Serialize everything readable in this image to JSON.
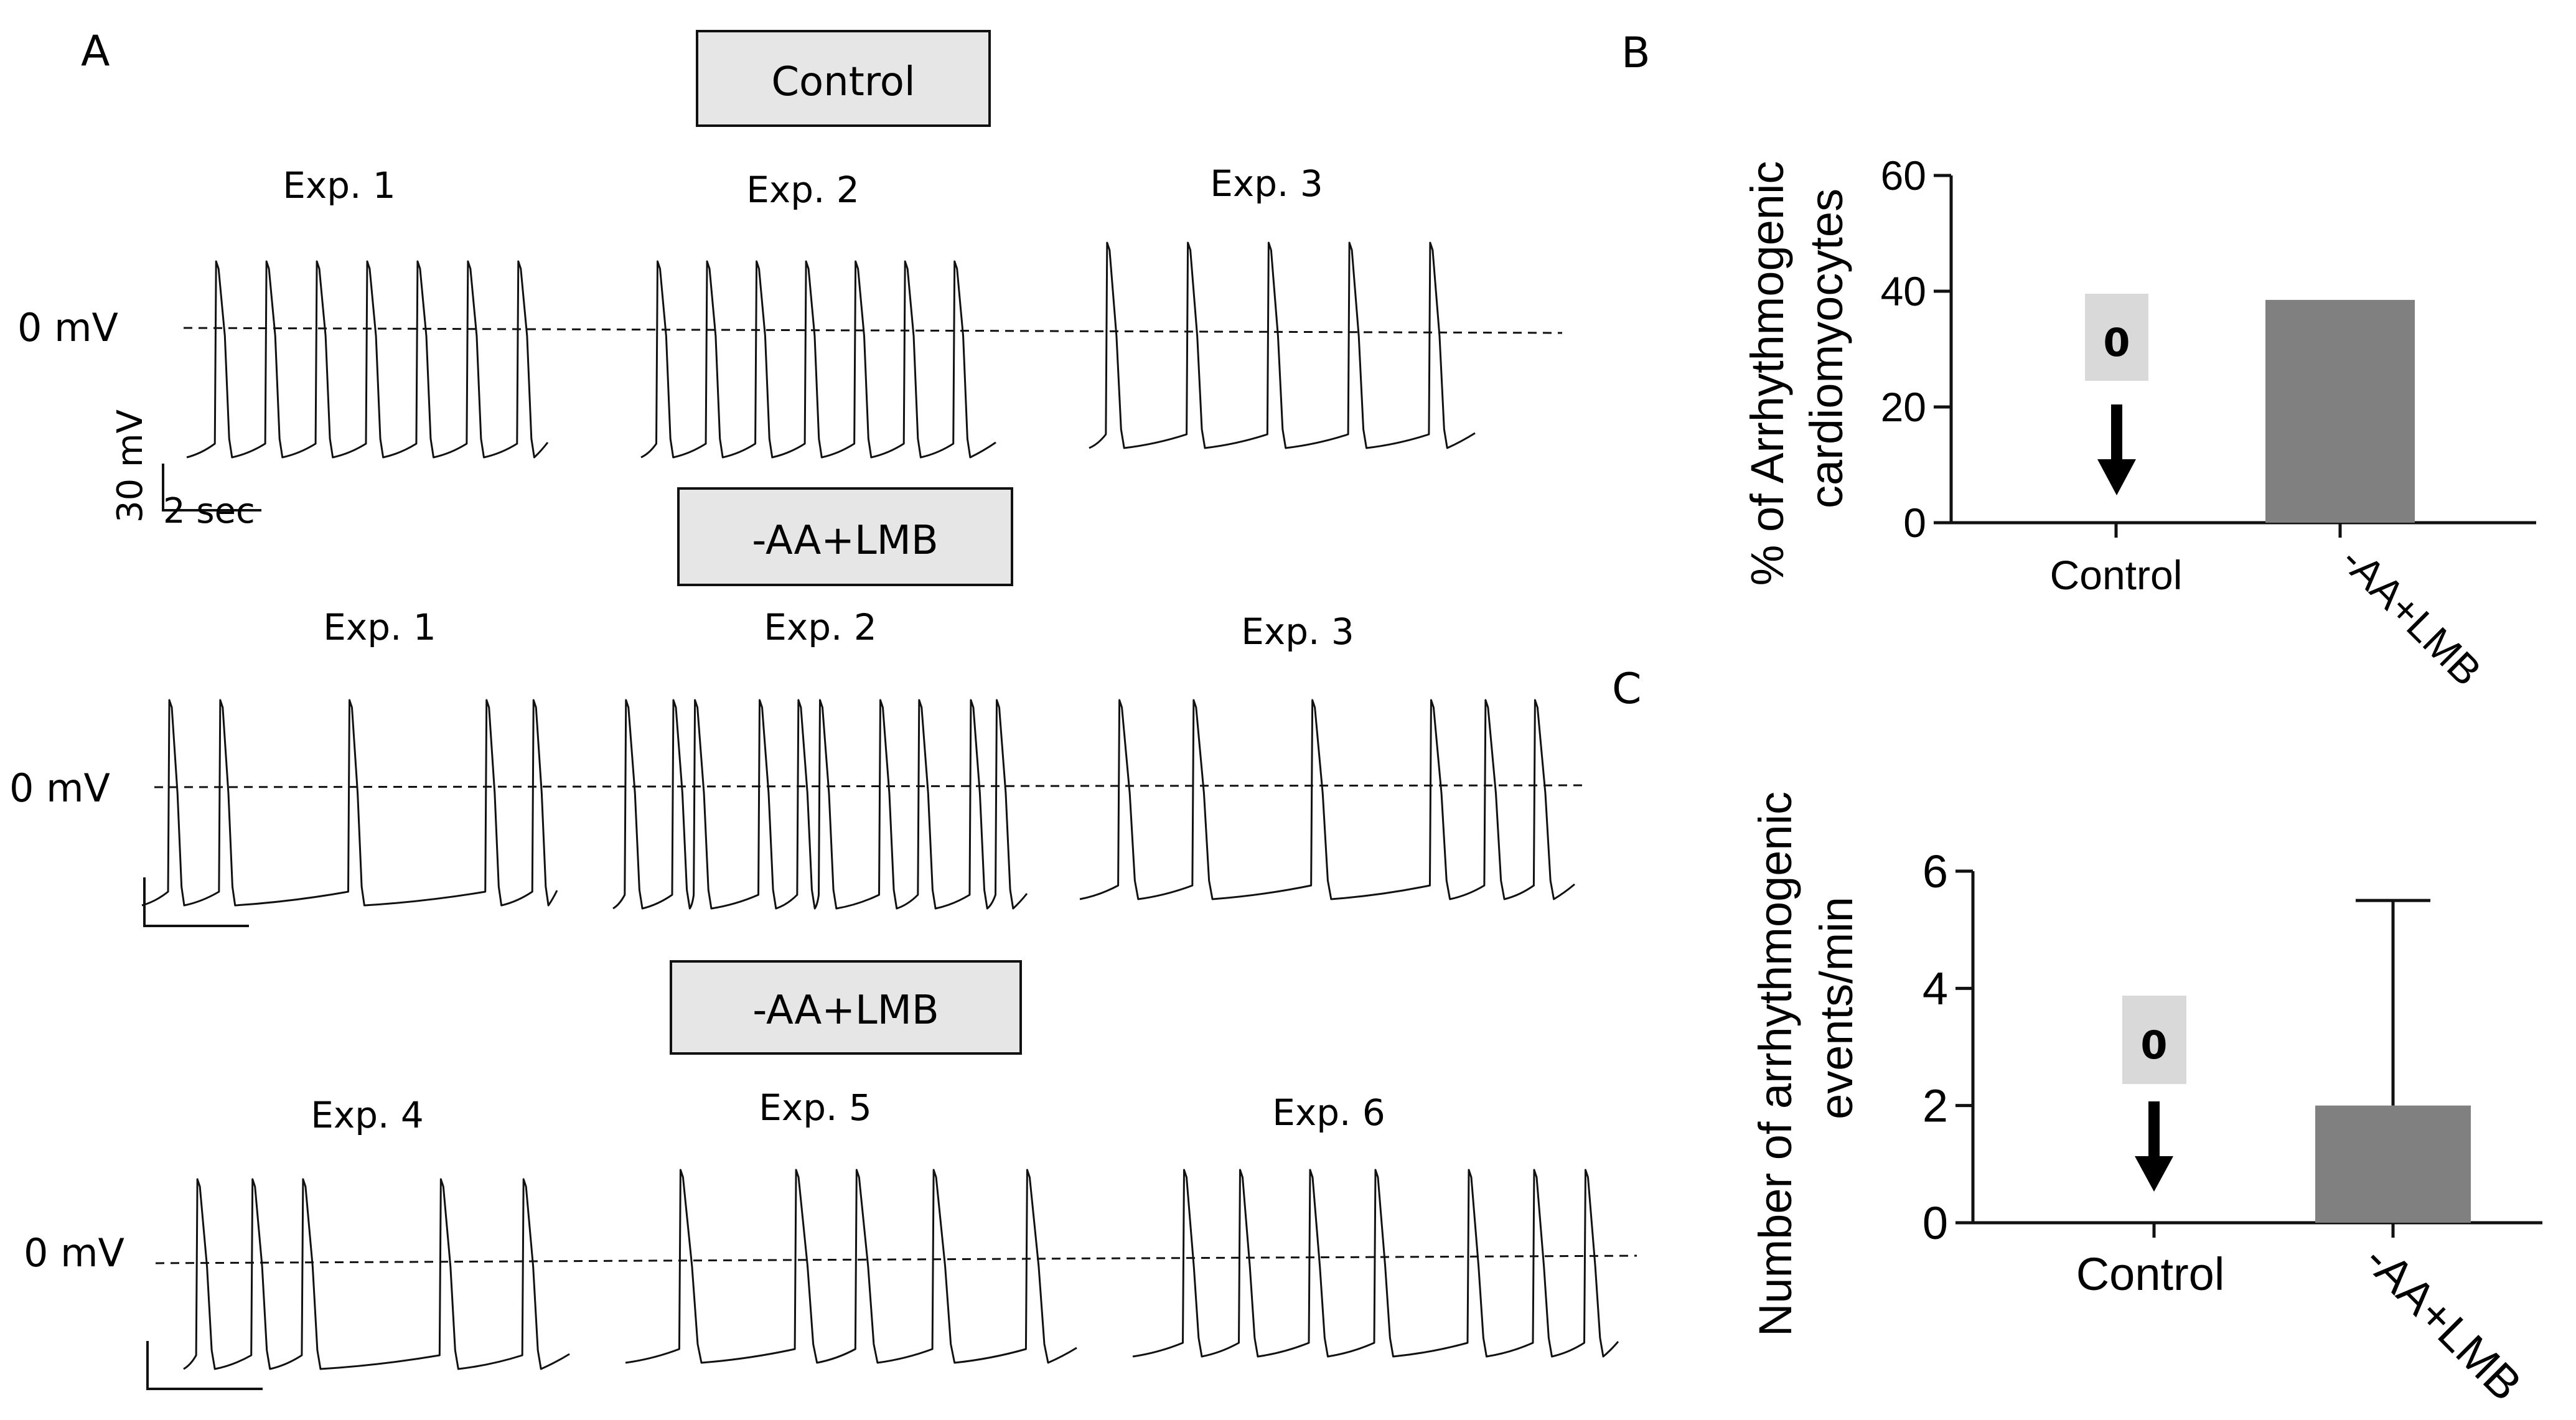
{
  "panel_a": {
    "label": "A",
    "groups": [
      {
        "condition": "Control",
        "experiments": [
          "Exp. 1",
          "Exp. 2",
          "Exp. 3"
        ],
        "zero_label": "0 mV",
        "scale_bar": {
          "voltage": "30 mV",
          "time": "2 sec"
        }
      },
      {
        "condition": "-AA+LMB",
        "experiments": [
          "Exp. 1",
          "Exp. 2",
          "Exp. 3"
        ],
        "zero_label": "0 mV"
      },
      {
        "condition": "-AA+LMB",
        "experiments": [
          "Exp. 4",
          "Exp. 5",
          "Exp. 6"
        ],
        "zero_label": "0 mV"
      }
    ],
    "traces": [
      [
        {
          "spikes_ms": [
            700,
            1900,
            3100,
            4300,
            5500,
            6700,
            7900
          ]
        },
        {
          "spikes_ms": [
            400,
            1600,
            2800,
            4000,
            5200,
            6400,
            7600
          ]
        },
        {
          "spikes_ms": [
            400,
            2200,
            4000,
            5800,
            7600
          ]
        }
      ],
      [
        {
          "spikes_ms": [
            700,
            2000,
            5300,
            8800,
            10000
          ]
        },
        {
          "spikes_ms": [
            300,
            1400,
            1900,
            3400,
            4300,
            4800,
            6200,
            7100,
            8300,
            8900
          ]
        },
        {
          "spikes_ms": [
            800,
            2300,
            4700,
            7100,
            8200,
            9200
          ]
        }
      ],
      [
        {
          "spikes_ms": [
            300,
            1500,
            2600,
            5600,
            7400
          ]
        },
        {
          "spikes_ms": [
            1000,
            3100,
            4200,
            5600,
            7300
          ]
        },
        {
          "spikes_ms": [
            1100,
            2300,
            3800,
            5200,
            7200,
            8600,
            9700
          ]
        }
      ]
    ]
  },
  "chart_data": [
    {
      "panel_label": "B",
      "type": "bar",
      "categories": [
        "Control",
        "-AA+LMB"
      ],
      "values": [
        0,
        38.5
      ],
      "ylabel": "% of Arrhythmogenic cardiomyocytes",
      "ylabel_lines": [
        "% of Arrhythmogenic",
        "cardiomyocytes"
      ],
      "ylim": [
        0,
        60
      ],
      "yticks": [
        "0",
        "20",
        "40",
        "60"
      ],
      "bar_color": "#808080",
      "zero_callout": "0",
      "grid": false
    },
    {
      "panel_label": "C",
      "type": "bar",
      "categories": [
        "Control",
        "-AA+LMB"
      ],
      "values": [
        0,
        2
      ],
      "error_upper": [
        0,
        5.5
      ],
      "ylabel": "Number of arrhythmogenic events/min",
      "ylabel_lines": [
        "Number of arrhythmogenic",
        "events/min"
      ],
      "ylim": [
        0,
        6
      ],
      "yticks": [
        "0",
        "2",
        "4",
        "6"
      ],
      "bar_color": "#808080",
      "zero_callout": "0",
      "grid": false
    }
  ]
}
